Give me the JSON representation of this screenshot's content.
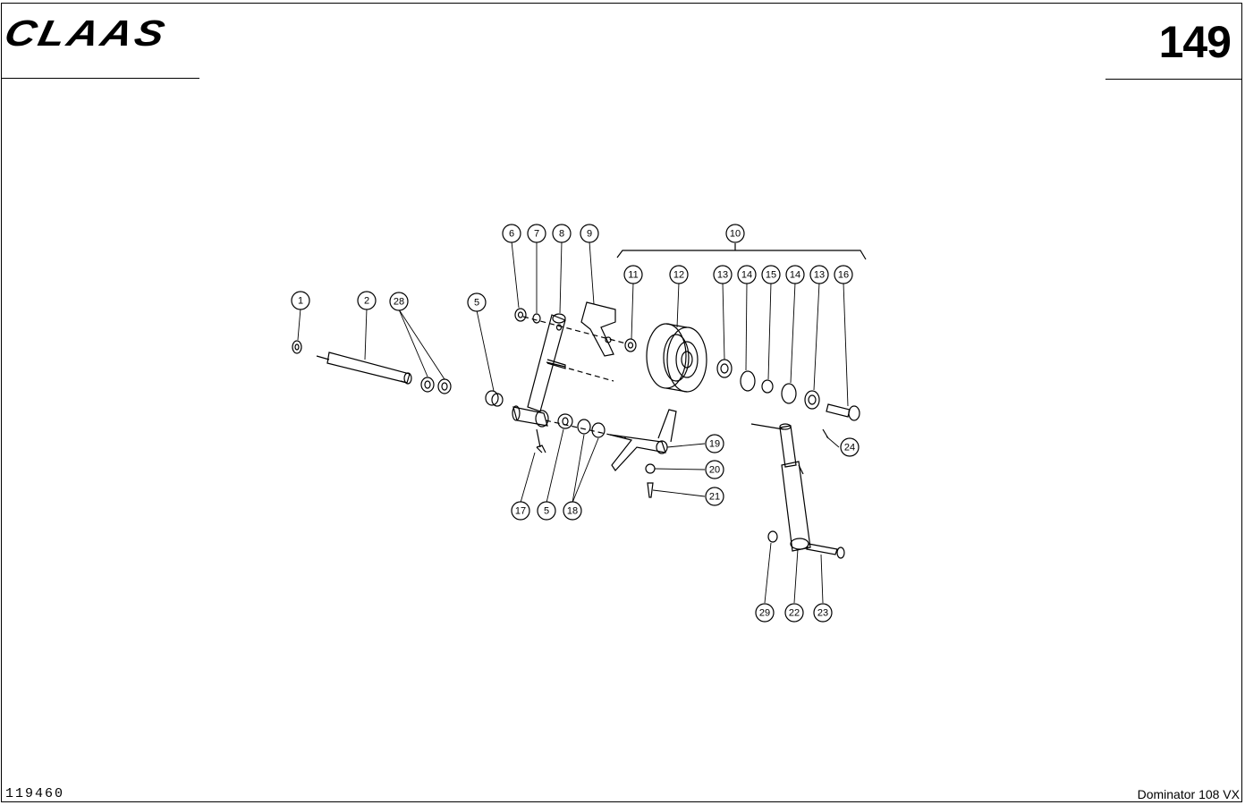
{
  "header": {
    "brand": "CLAAS",
    "page_number": "149"
  },
  "footer": {
    "document_id": "119460",
    "model": "Dominator 108 VX"
  },
  "diagram": {
    "callouts": [
      "1",
      "2",
      "28",
      "5",
      "6",
      "7",
      "8",
      "9",
      "10",
      "11",
      "12",
      "13",
      "14",
      "15",
      "14",
      "13",
      "16",
      "17",
      "5",
      "18",
      "19",
      "20",
      "21",
      "24",
      "29",
      "22",
      "23"
    ]
  }
}
